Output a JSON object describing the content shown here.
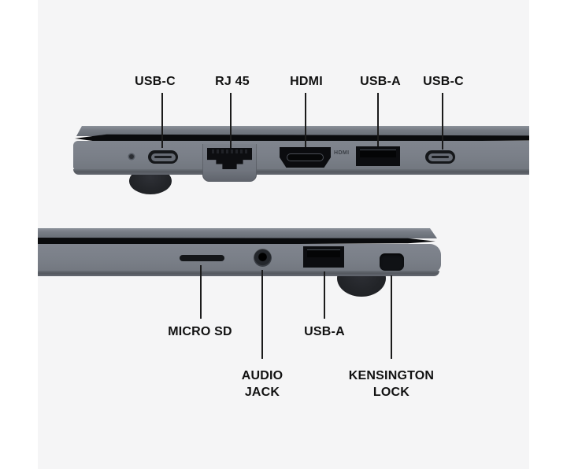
{
  "colors": {
    "page_bg": "#ffffff",
    "photo_bg": "#f5f5f6",
    "body_gray": "#7a7f88",
    "lid_gray": "#70757e",
    "seam_black": "#0a0b0d",
    "port_black": "#0c0d10",
    "foot_black": "#232529",
    "label_text": "#111111",
    "leader_line": "#1b1b1b"
  },
  "top_view": {
    "labels": [
      {
        "id": "usb-c-left",
        "text": "USB-C"
      },
      {
        "id": "rj45",
        "text": "RJ 45"
      },
      {
        "id": "hdmi",
        "text": "HDMI"
      },
      {
        "id": "usb-a",
        "text": "USB-A"
      },
      {
        "id": "usb-c-right",
        "text": "USB-C"
      }
    ],
    "engraving": "HDMI"
  },
  "bottom_view": {
    "labels": [
      {
        "id": "micro-sd",
        "lines": [
          "MICRO SD"
        ]
      },
      {
        "id": "audio-jack",
        "lines": [
          "AUDIO",
          "JACK"
        ]
      },
      {
        "id": "usb-a",
        "lines": [
          "USB-A"
        ]
      },
      {
        "id": "kensington-lock",
        "lines": [
          "KENSINGTON",
          "LOCK"
        ]
      }
    ]
  }
}
